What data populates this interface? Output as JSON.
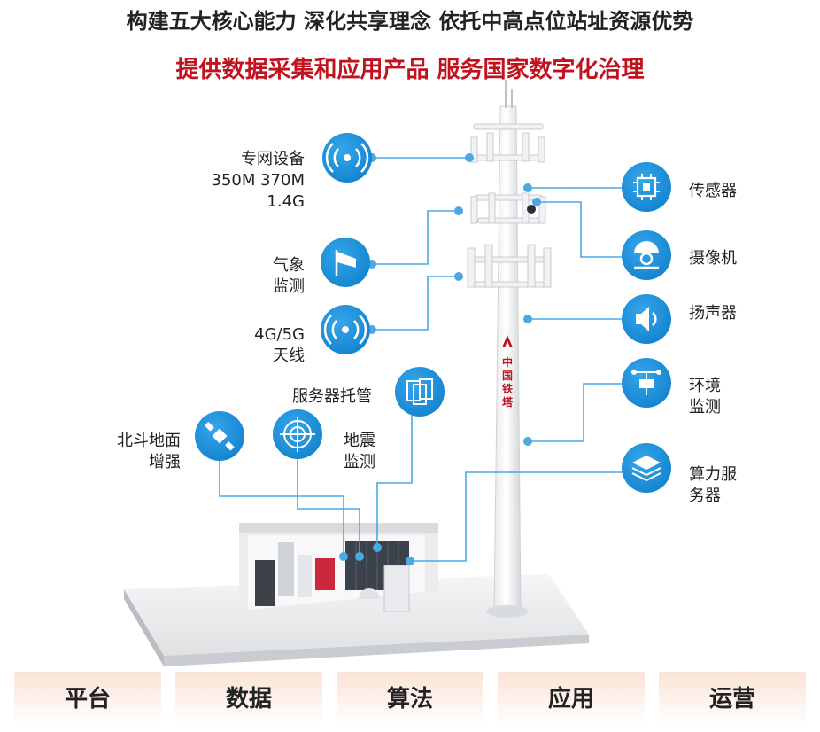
{
  "titles": {
    "line1": "构建五大核心能力  深化共享理念 依托中高点位站址资源优势",
    "line2": "提供数据采集和应用产品  服务国家数字化治理"
  },
  "tower": {
    "brand": [
      "中",
      "国",
      "铁",
      "塔"
    ]
  },
  "labels": {
    "private_net": [
      "专网设备",
      "350M 370M",
      "1.4G"
    ],
    "weather": [
      "气象",
      "监测"
    ],
    "antenna": [
      "4G/5G",
      "天线"
    ],
    "beidou": [
      "北斗地面",
      "增强"
    ],
    "server_hosting": "服务器托管",
    "seismic": [
      "地震",
      "监测"
    ],
    "sensor": "传感器",
    "camera": "摄像机",
    "speaker": "扬声器",
    "environment": [
      "环境",
      "监测"
    ],
    "compute_server": [
      "算力服",
      "务器"
    ]
  },
  "tabs": [
    "平台",
    "数据",
    "算法",
    "应用",
    "运营"
  ],
  "colors": {
    "accent_blue": "#1e8fd8",
    "line_blue": "#4aa9e4",
    "title_red": "#c1121f"
  }
}
